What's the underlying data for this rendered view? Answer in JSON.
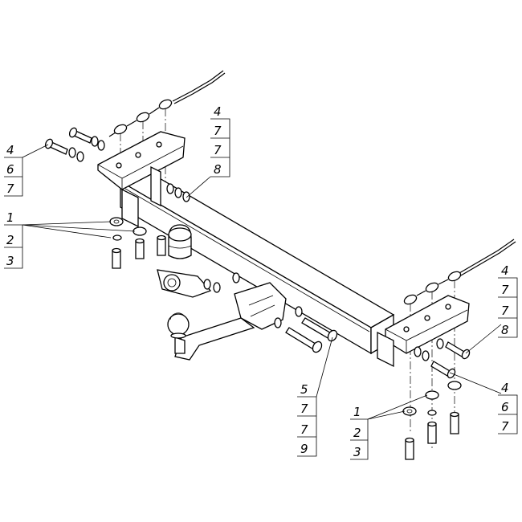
{
  "callouts": {
    "top_left_stack": [
      "4",
      "6",
      "7"
    ],
    "left_washer_group": [
      "1",
      "2",
      "3"
    ],
    "top_right_stack": [
      "4",
      "7",
      "7",
      "8"
    ],
    "right_mid_stack": [
      "4",
      "7",
      "7",
      "8"
    ],
    "right_lower_stack": [
      "4",
      "6",
      "7"
    ],
    "center_bolt_stack": [
      "5",
      "7",
      "7",
      "9"
    ],
    "bottom_washer_group": [
      "1",
      "2",
      "3"
    ]
  }
}
